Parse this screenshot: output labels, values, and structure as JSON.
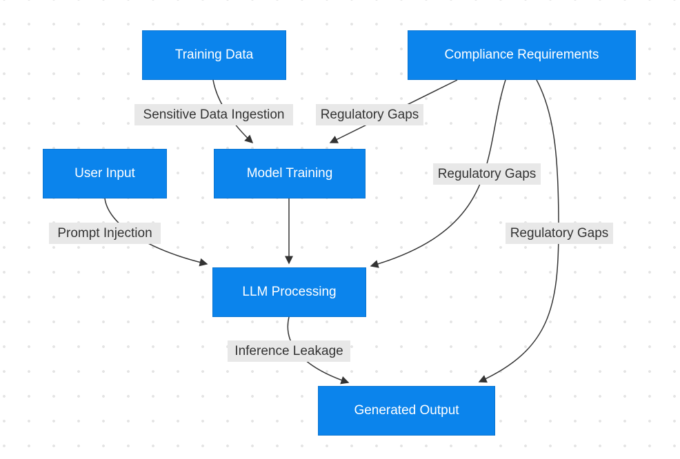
{
  "diagram": {
    "type": "flowchart",
    "direction": "top-down",
    "nodes": [
      {
        "id": "training-data",
        "label": "Training Data"
      },
      {
        "id": "compliance-requirements",
        "label": "Compliance Requirements"
      },
      {
        "id": "user-input",
        "label": "User Input"
      },
      {
        "id": "model-training",
        "label": "Model Training"
      },
      {
        "id": "llm-processing",
        "label": "LLM Processing"
      },
      {
        "id": "generated-output",
        "label": "Generated Output"
      }
    ],
    "edges": [
      {
        "from": "Training Data",
        "to": "Model Training",
        "label": "Sensitive Data Ingestion"
      },
      {
        "from": "Compliance Requirements",
        "to": "Model Training",
        "label": "Regulatory Gaps"
      },
      {
        "from": "Compliance Requirements",
        "to": "LLM Processing",
        "label": "Regulatory Gaps"
      },
      {
        "from": "Compliance Requirements",
        "to": "Generated Output",
        "label": "Regulatory Gaps"
      },
      {
        "from": "User Input",
        "to": "LLM Processing",
        "label": "Prompt Injection"
      },
      {
        "from": "Model Training",
        "to": "LLM Processing",
        "label": ""
      },
      {
        "from": "LLM Processing",
        "to": "Generated Output",
        "label": "Inference Leakage"
      }
    ],
    "colors": {
      "node_fill": "#0b84ec",
      "node_border": "#0a74d0",
      "node_text": "#ffffff",
      "edge_stroke": "#333333",
      "edge_label_bg": "#e8e8e8",
      "edge_label_text": "#333333",
      "background": "#ffffff",
      "background_dots": "#e4e4e4"
    }
  }
}
